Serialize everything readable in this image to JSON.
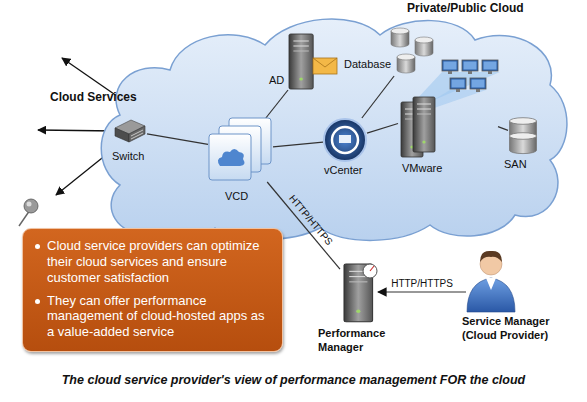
{
  "diagram": {
    "caption": "The cloud service provider's view of performance management FOR the cloud",
    "nodes": [
      {
        "text": [
          "Private/Public Cloud"
        ]
      },
      {
        "text": [
          "AD"
        ],
        "in": 0
      },
      {
        "text": [
          "Database"
        ],
        "in": 0
      },
      {
        "text": [
          "Switch"
        ],
        "in": 0
      },
      {
        "text": [
          "VCD"
        ],
        "in": 0
      },
      {
        "text": [
          "vCenter"
        ],
        "in": 0
      },
      {
        "text": [
          "VMware"
        ],
        "in": 0
      },
      {
        "text": [
          "SAN"
        ],
        "in": 0
      },
      {
        "text": [
          "Cloud service providers can optimize their cloud services and ensure customer satisfaction",
          "They can offer performance management of cloud-hosted apps as a value-added service"
        ]
      },
      {
        "text": [
          "Performance Manager"
        ]
      },
      {
        "text": [
          "Service Manager (Cloud Provider)"
        ]
      }
    ],
    "edges": [
      {
        "from": 1,
        "to": 4,
        "arrow": "none"
      },
      {
        "from": 3,
        "to": 4,
        "arrow": "none"
      },
      {
        "from": 4,
        "to": 5,
        "arrow": "none"
      },
      {
        "from": 5,
        "to": 2,
        "arrow": "none"
      },
      {
        "from": 5,
        "to": 6,
        "arrow": "none"
      },
      {
        "from": 6,
        "to": 7,
        "arrow": "none"
      },
      {
        "from": 4,
        "to": 9,
        "label": "HTTP/HTTPS",
        "arrow": "none"
      },
      {
        "from": 10,
        "to": 9,
        "label": "HTTP/HTTPS",
        "arrow": "to"
      }
    ],
    "labels": [
      "Cloud Services"
    ]
  }
}
